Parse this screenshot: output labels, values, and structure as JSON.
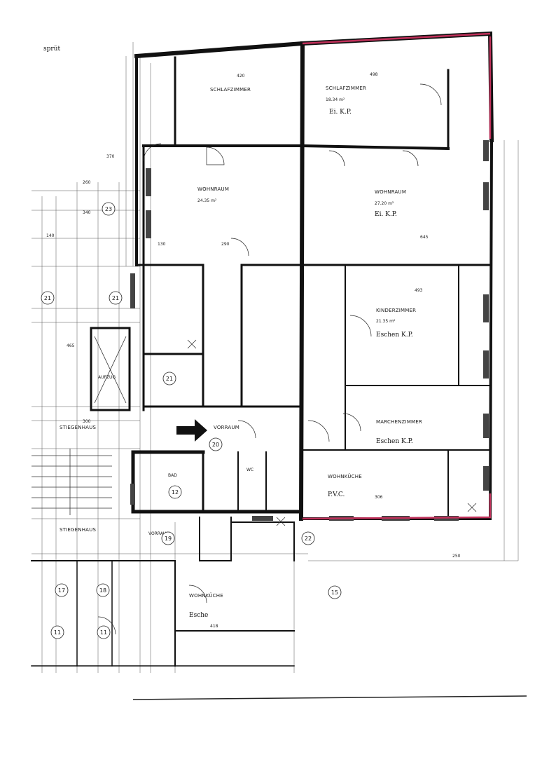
{
  "corner_text": [
    "sprüt"
  ],
  "rooms": [
    {
      "name": "SCHLAFZIMMER",
      "area": "",
      "note": ""
    },
    {
      "name": "SCHLAFZIMMER",
      "area": "18.34 m²",
      "note": "Ei. K.P."
    },
    {
      "name": "WOHNRAUM",
      "area": "24.35 m²",
      "note": ""
    },
    {
      "name": "WOHNRAUM",
      "area": "27.20 m²",
      "note": "Ei. K.P."
    },
    {
      "name": "KINDERZIMMER",
      "area": "21.35 m²",
      "note": "Eschen K.P."
    },
    {
      "name": "MARCHENZIMMER",
      "area": "",
      "note": "Eschen K.P."
    },
    {
      "name": "WOHNKÜCHE",
      "area": "",
      "note": "P.V.C."
    },
    {
      "name": "WOHNKÜCHE",
      "area": "",
      "note": "Esche"
    },
    {
      "name": "VORRAUM",
      "area": "",
      "note": ""
    },
    {
      "name": "STIEGENHAUS",
      "area": "",
      "note": ""
    },
    {
      "name": "STIEGENHAUS",
      "area": "",
      "note": ""
    },
    {
      "name": "BAD",
      "area": "",
      "note": ""
    },
    {
      "name": "VORRAUM",
      "area": "",
      "note": ""
    },
    {
      "name": "AUFZUG",
      "area": "",
      "note": ""
    },
    {
      "name": "WC",
      "area": "",
      "note": ""
    }
  ],
  "tags": [
    "23",
    "21",
    "21",
    "20",
    "21",
    "12",
    "19",
    "22",
    "17",
    "18",
    "11",
    "15",
    "11"
  ],
  "dims": [
    "420",
    "498",
    "645",
    "493",
    "306",
    "300",
    "370",
    "340",
    "140",
    "260",
    "250",
    "418",
    "290",
    "130",
    "465"
  ]
}
